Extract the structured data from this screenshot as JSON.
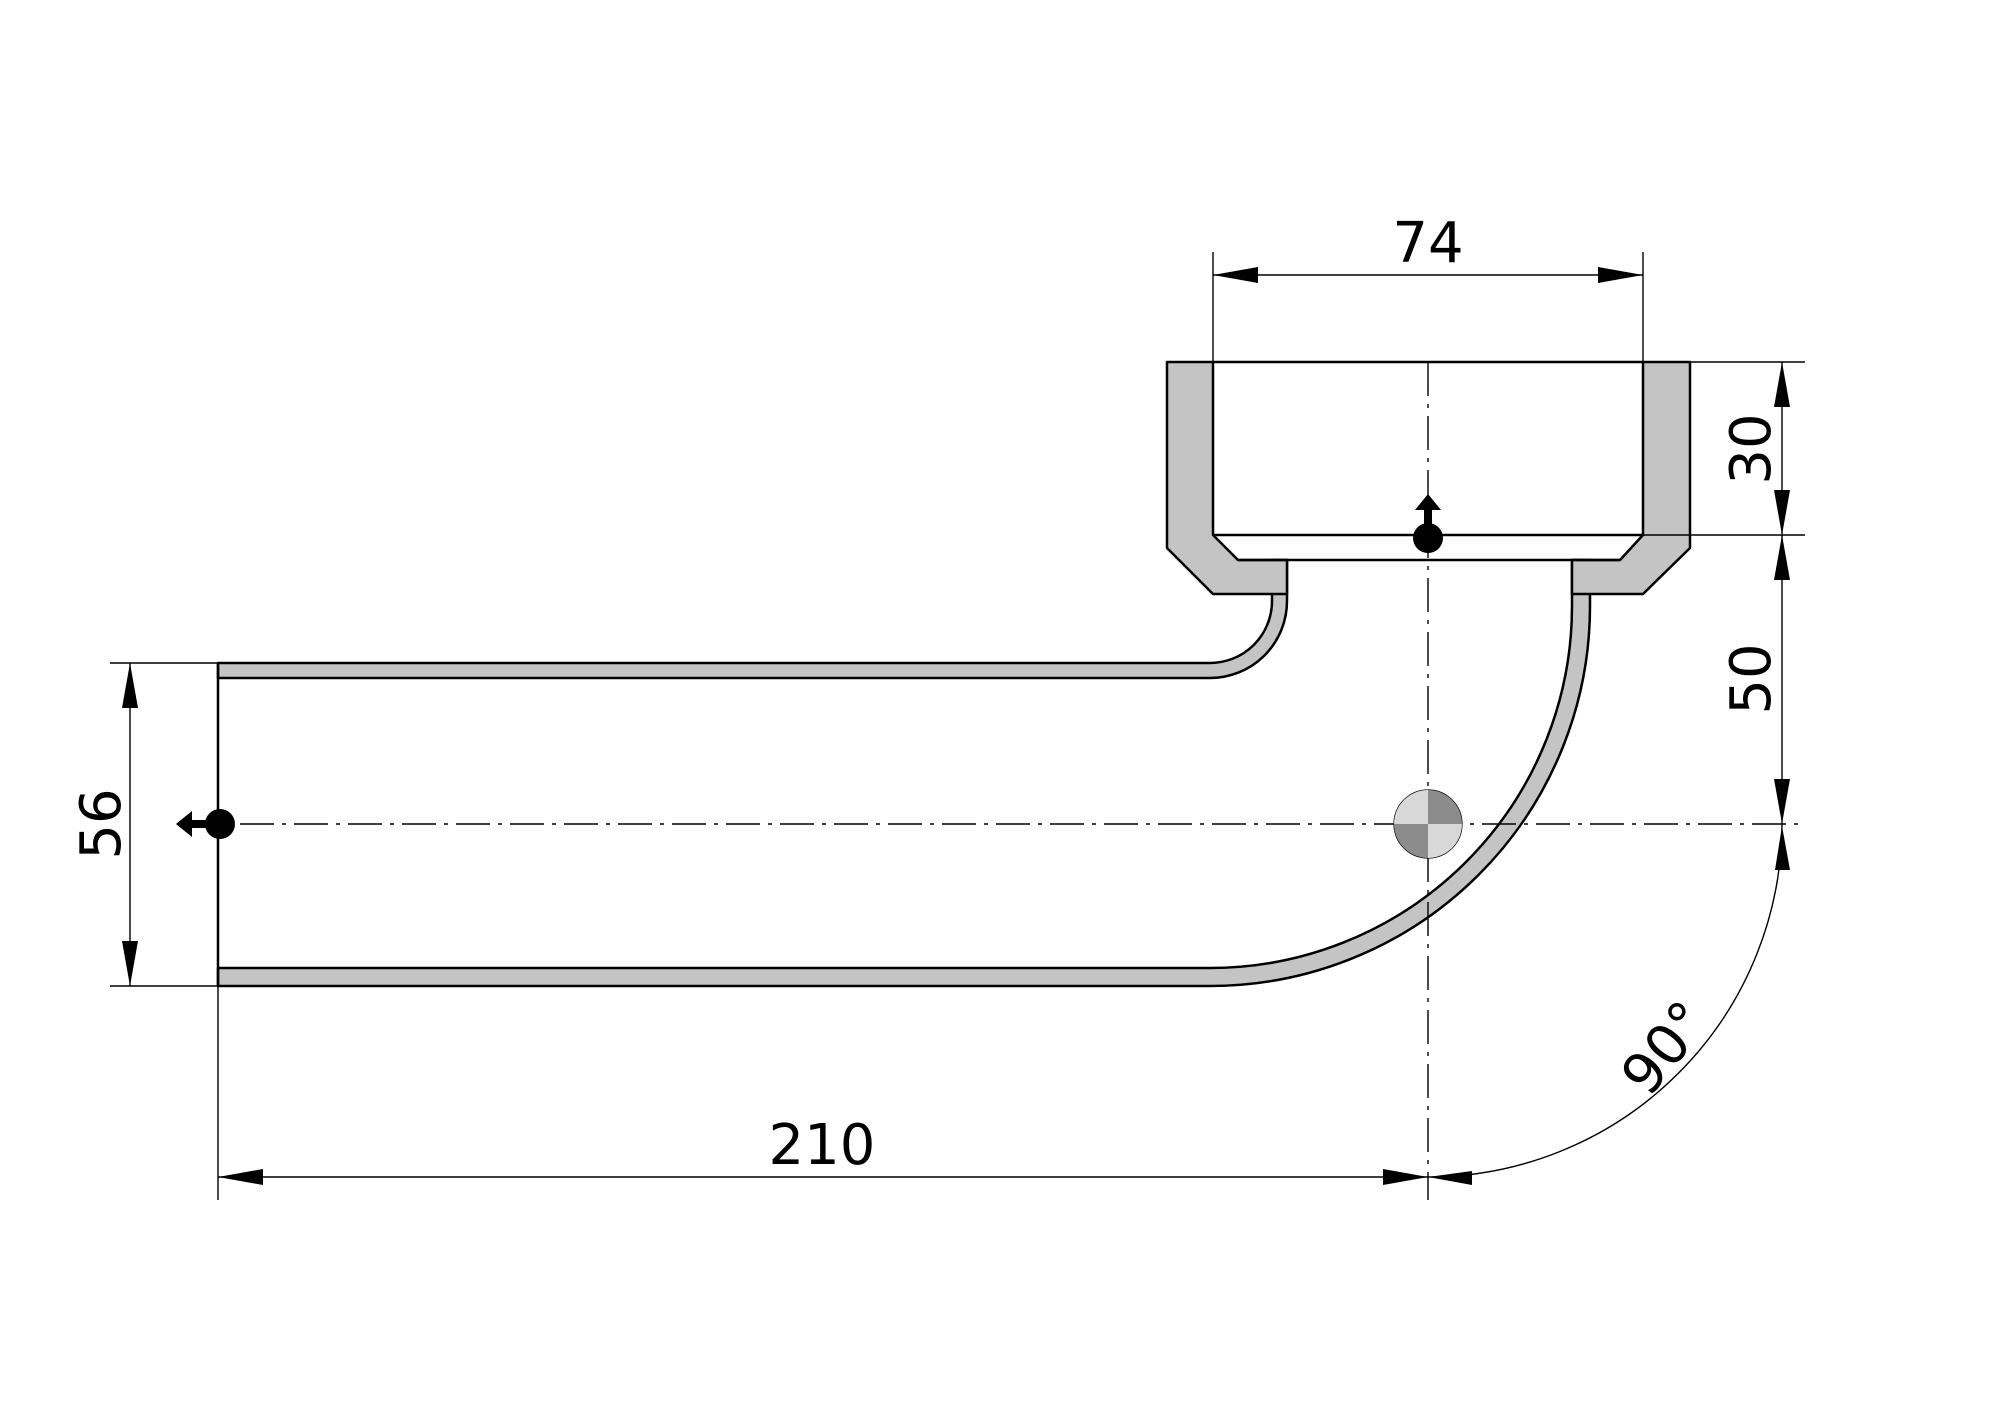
{
  "dimensions": {
    "socket_inner_width": "74",
    "socket_depth": "30",
    "socket_to_axis": "50",
    "pipe_diameter": "56",
    "overall_length": "210",
    "bend_angle": "90°"
  },
  "colors": {
    "wall_fill": "#c4c4c4",
    "line": "#000000",
    "background": "#ffffff"
  }
}
